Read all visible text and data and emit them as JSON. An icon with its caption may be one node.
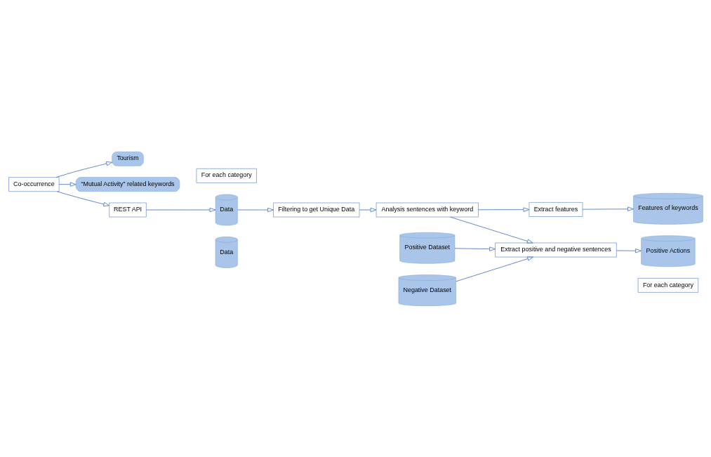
{
  "diagram": {
    "nodes": [
      {
        "text": [
          "Tourism"
        ]
      },
      {
        "text": [
          "Co-occurrence"
        ]
      },
      {
        "text": [
          "“Mutual Activity” related keywords"
        ]
      },
      {
        "text": [
          "REST API"
        ]
      },
      {
        "text": [
          "Data"
        ]
      },
      {
        "text": [
          "For each category"
        ]
      },
      {
        "text": [
          "Data"
        ]
      },
      {
        "text": [
          "Filtering to get Unique Data"
        ]
      },
      {
        "text": [
          "Analysis sentences with keyword"
        ]
      },
      {
        "text": [
          "Extract features"
        ]
      },
      {
        "text": [
          "Features of keywords"
        ]
      },
      {
        "text": [
          "Extract positive and negative sentences"
        ]
      },
      {
        "text": [
          "Positive Dataset"
        ]
      },
      {
        "text": [
          "Negative Dataset"
        ]
      },
      {
        "text": [
          "Positive Actions"
        ]
      },
      {
        "text": [
          "For each category"
        ]
      }
    ],
    "edges": [
      {
        "from": 1,
        "to": 0,
        "arrow": "to"
      },
      {
        "from": 1,
        "to": 2,
        "arrow": "to"
      },
      {
        "from": 1,
        "to": 3,
        "arrow": "to"
      },
      {
        "from": 3,
        "to": 4,
        "arrow": "to"
      },
      {
        "from": 4,
        "to": 7,
        "arrow": "to"
      },
      {
        "from": 7,
        "to": 8,
        "arrow": "to"
      },
      {
        "from": 8,
        "to": 9,
        "arrow": "to"
      },
      {
        "from": 9,
        "to": 10,
        "arrow": "to"
      },
      {
        "from": 8,
        "to": 11,
        "arrow": "to"
      },
      {
        "from": 11,
        "to": 14,
        "arrow": "to"
      },
      {
        "from": 12,
        "to": 11,
        "arrow": "to"
      },
      {
        "from": 13,
        "to": 11,
        "arrow": "to"
      }
    ]
  }
}
